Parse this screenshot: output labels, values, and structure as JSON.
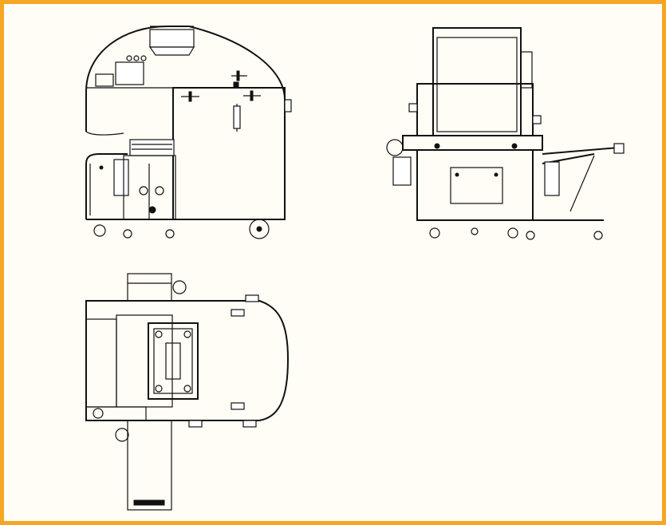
{
  "colors": {
    "frame_border": "#f5a623",
    "frame_fill": "#fffdf5",
    "line": "#111111"
  },
  "views": [
    {
      "id": "side-elevation"
    },
    {
      "id": "front-elevation"
    },
    {
      "id": "top-plan"
    }
  ]
}
